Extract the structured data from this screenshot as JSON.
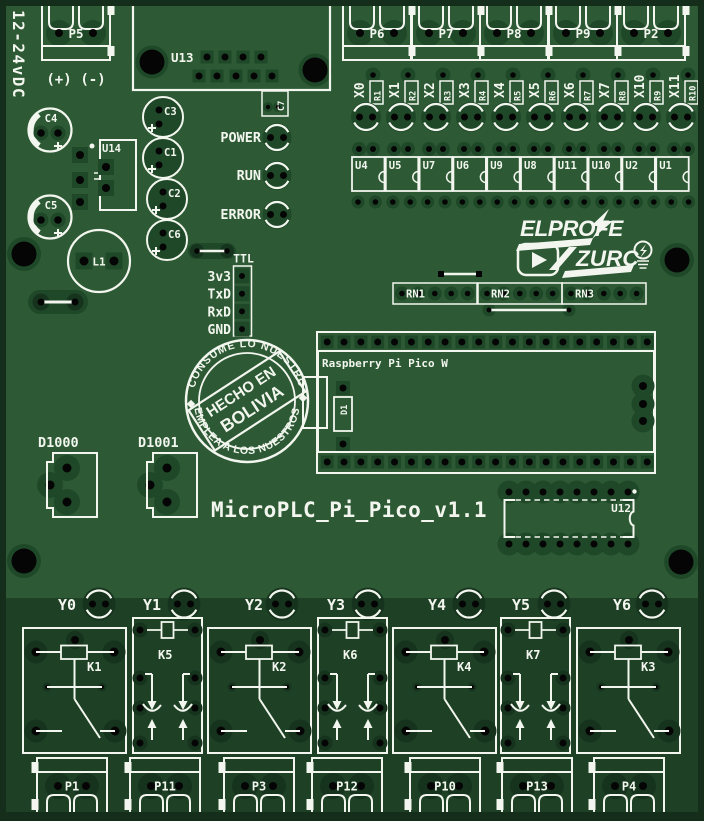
{
  "board": {
    "title": "MicroPLC_Pi_Pico_v1.1",
    "voltage_label": "12-24vDC",
    "plus_label": "(+)",
    "minus_label": "(-)"
  },
  "colors": {
    "board": "#2d5a35",
    "band": "#1e4126",
    "copper": "#1f4828",
    "copper_dark": "#16331d",
    "silk": "#f2f6ee",
    "hole": "#050505",
    "edge": "#142e1b"
  },
  "top_left": {
    "power_connector": "P5",
    "u13": "U13",
    "c7": "C7",
    "regulator": "U14",
    "inductor": "L1",
    "caps": [
      "C4",
      "C5",
      "C3",
      "C1",
      "C2",
      "C6"
    ]
  },
  "status_leds": [
    "POWER",
    "RUN",
    "ERROR"
  ],
  "ttl": {
    "title": "TTL",
    "pins": [
      "3v3",
      "TxD",
      "RxD",
      "GND"
    ]
  },
  "input_terminals": [
    "P6",
    "P7",
    "P8",
    "P9",
    "P2"
  ],
  "input_channels": [
    {
      "x": "X0",
      "r": "R1"
    },
    {
      "x": "X1",
      "r": "R2"
    },
    {
      "x": "X2",
      "r": "R3"
    },
    {
      "x": "X3",
      "r": "R4"
    },
    {
      "x": "X4",
      "r": "R5"
    },
    {
      "x": "X5",
      "r": "R6"
    },
    {
      "x": "X6",
      "r": "R7"
    },
    {
      "x": "X7",
      "r": "R8"
    },
    {
      "x": "X10",
      "r": "R9"
    },
    {
      "x": "X11",
      "r": "R10"
    }
  ],
  "optocouplers": [
    "U4",
    "U5",
    "U7",
    "U6",
    "U9",
    "U8",
    "U11",
    "U10",
    "U2",
    "U1"
  ],
  "resistor_networks": [
    "RN1",
    "RN2",
    "RN3"
  ],
  "logo": {
    "line1": "ELPROFE",
    "line2": "ZURC",
    "play_icon": "youtube-play",
    "bulb_icon": "lightbulb"
  },
  "stamp": {
    "arc_top": "CONSUME LO NUESTRO",
    "center_line1": "HECHO EN",
    "center_line2": "BOLIVIA",
    "arc_bottom": "EMPLEA A LOS NUESTROS"
  },
  "mcu": {
    "module": "Raspberry Pi Pico W",
    "diode": "D1"
  },
  "power_diodes": [
    "D1000",
    "D1001"
  ],
  "io_expander": "U12",
  "output_channels": [
    {
      "y": "Y0",
      "relay": "K1",
      "relay_type": "wide",
      "terminal": "P1"
    },
    {
      "y": "Y1",
      "relay": "K5",
      "relay_type": "narrow",
      "terminal": "P11"
    },
    {
      "y": "Y2",
      "relay": "K2",
      "relay_type": "wide",
      "terminal": "P3"
    },
    {
      "y": "Y3",
      "relay": "K6",
      "relay_type": "narrow",
      "terminal": "P12"
    },
    {
      "y": "Y4",
      "relay": "K4",
      "relay_type": "wide",
      "terminal": "P10"
    },
    {
      "y": "Y5",
      "relay": "K7",
      "relay_type": "narrow",
      "terminal": "P13"
    },
    {
      "y": "Y6",
      "relay": "K3",
      "relay_type": "wide",
      "terminal": "P4"
    }
  ]
}
